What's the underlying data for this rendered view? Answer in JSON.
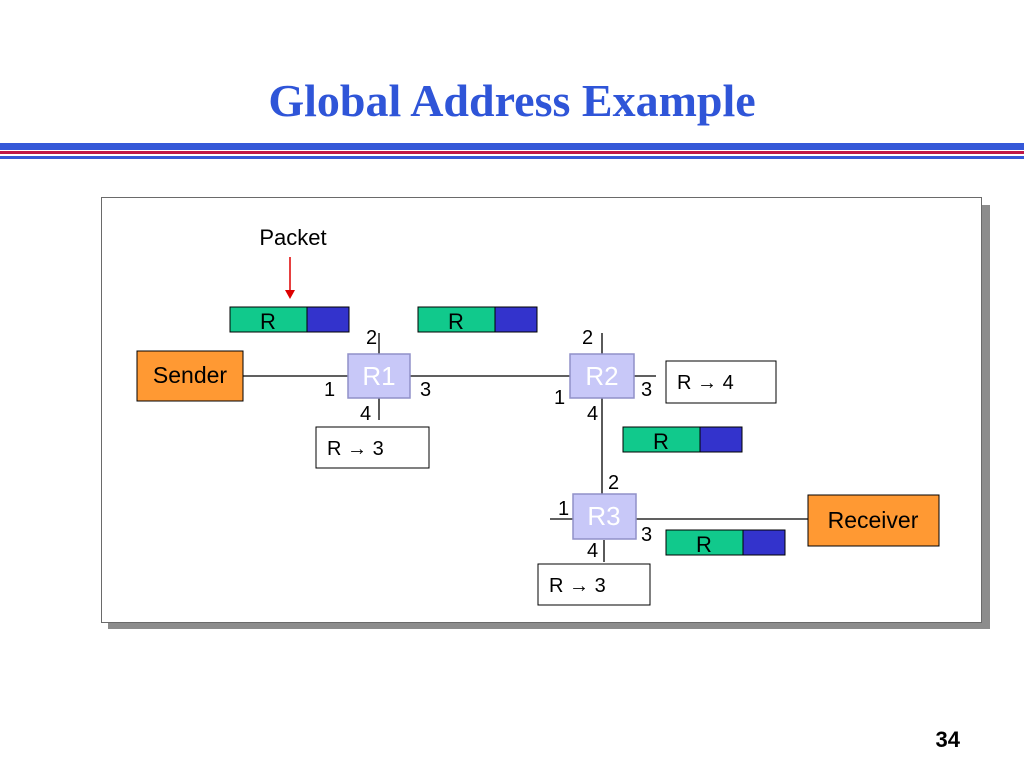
{
  "title": "Global Address Example",
  "page_number": "34",
  "diagram": {
    "packet_label": "Packet",
    "sender": "Sender",
    "receiver": "Receiver",
    "routers": {
      "r1": "R1",
      "r2": "R2",
      "r3": "R3"
    },
    "packet_header": "R",
    "ports": {
      "r1": {
        "top": "2",
        "left": "1",
        "right": "3",
        "bottom": "4"
      },
      "r2": {
        "top": "2",
        "left": "1",
        "right": "3",
        "bottom": "4"
      },
      "r3": {
        "top": "2",
        "left": "1",
        "right": "3",
        "bottom": "4"
      }
    },
    "tables": {
      "r1": {
        "dest": "R",
        "port": "3"
      },
      "r2": {
        "dest": "R",
        "port": "4"
      },
      "r3": {
        "dest": "R",
        "port": "3"
      }
    },
    "arrow_glyph": "→",
    "colors": {
      "title": "#2f55d8",
      "node_orange": "#ff9933",
      "router_fill": "#c8c8f8",
      "router_border": "#9090c8",
      "packet_green": "#11c98c",
      "packet_blue": "#3333cc",
      "pointer_red": "#dd0000"
    }
  }
}
